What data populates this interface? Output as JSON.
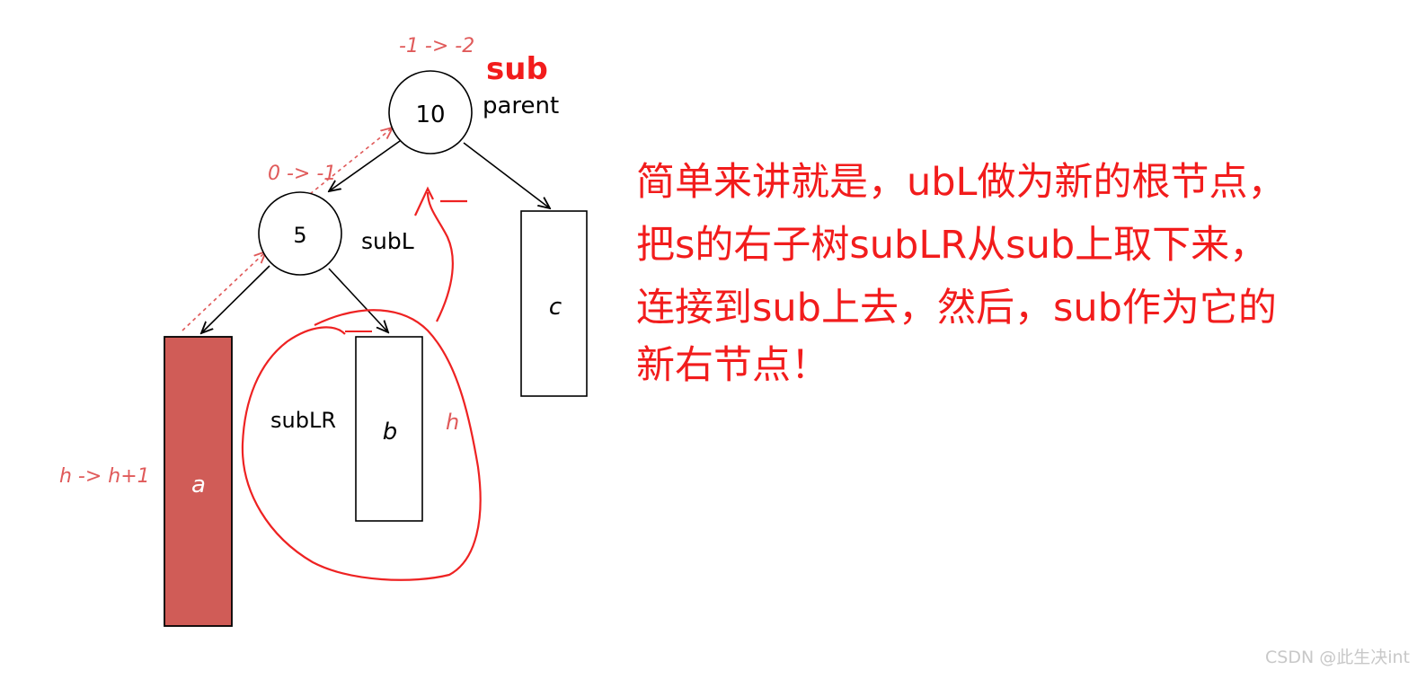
{
  "nodes": {
    "root": {
      "value": "10",
      "label": "parent",
      "tag": "sub",
      "bf": "-1 -> -2"
    },
    "left": {
      "value": "5",
      "label": "subL",
      "bf": "0 -> -1"
    }
  },
  "subtrees": {
    "a": {
      "name": "a",
      "height": "h -> h+1"
    },
    "b": {
      "name": "b",
      "label": "subLR",
      "height": "h"
    },
    "c": {
      "name": "c"
    }
  },
  "note": {
    "lines": [
      "简单来讲就是，ubL做为新的根节点，",
      "把s的右子树subLR从sub上取下来，",
      "连接到sub上去，然后，sub作为它的",
      "新右节点！"
    ]
  },
  "watermark": "CSDN @此生决int",
  "colors": {
    "annotation": "#e05a5a",
    "note": "#f21c1c",
    "subtree_a_fill": "#d05c57",
    "line": "#000000"
  }
}
